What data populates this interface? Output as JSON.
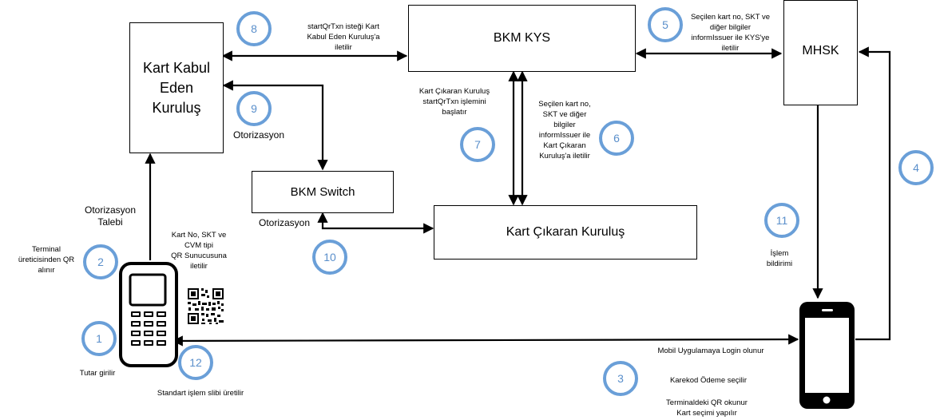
{
  "boxes": {
    "kart_kabul": "Kart Kabul\nEden\nKuruluş",
    "bkm_kys": "BKM KYS",
    "mhsk": "MHSK",
    "bkm_switch": "BKM Switch",
    "kart_cikaran": "Kart Çıkaran Kuruluş"
  },
  "badges": [
    "1",
    "2",
    "3",
    "4",
    "5",
    "6",
    "7",
    "8",
    "9",
    "10",
    "11",
    "12"
  ],
  "labels": {
    "l8": "startQrTxn isteği Kart\nKabul Eden Kuruluş'a\niletilir",
    "l5": "Seçilen kart no, SKT ve\ndiğer bilgiler\ninformIssuer ile KYS'ye\niletilir",
    "l7": "Kart Çıkaran Kuruluş\nstartQrTxn işlemini\nbaşlatır",
    "l6": "Seçilen kart no,\nSKT ve diğer\nbilgiler\ninformIssuer ile\nKart Çıkaran\nKuruluş'a iletilir",
    "l9": "Otorizasyon",
    "l10": "Otorizasyon",
    "otorizasyon_talebi": "Otorizasyon\nTalebi",
    "l2": "Terminal\nüreticisinden QR\nalınır",
    "card_info": "Kart No, SKT ve\nCVM tipi\nQR Sunucusuna\niletilir",
    "l1": "Tutar girilir",
    "l12": "Standart işlem slibi üretilir",
    "l11": "İşlem\nbildirimi",
    "l3a": "Mobil Uygulamaya Login olunur",
    "l3b": "Karekod Ödeme seçilir",
    "l3c": "Terminaldeki QR okunur\nKart seçimi yapılır"
  },
  "colors": {
    "badge_border": "#6a9fd8",
    "badge_text": "#5a8fcb",
    "line": "#000000"
  },
  "icons": [
    "pos-terminal-icon",
    "qr-code-icon",
    "smartphone-icon"
  ]
}
